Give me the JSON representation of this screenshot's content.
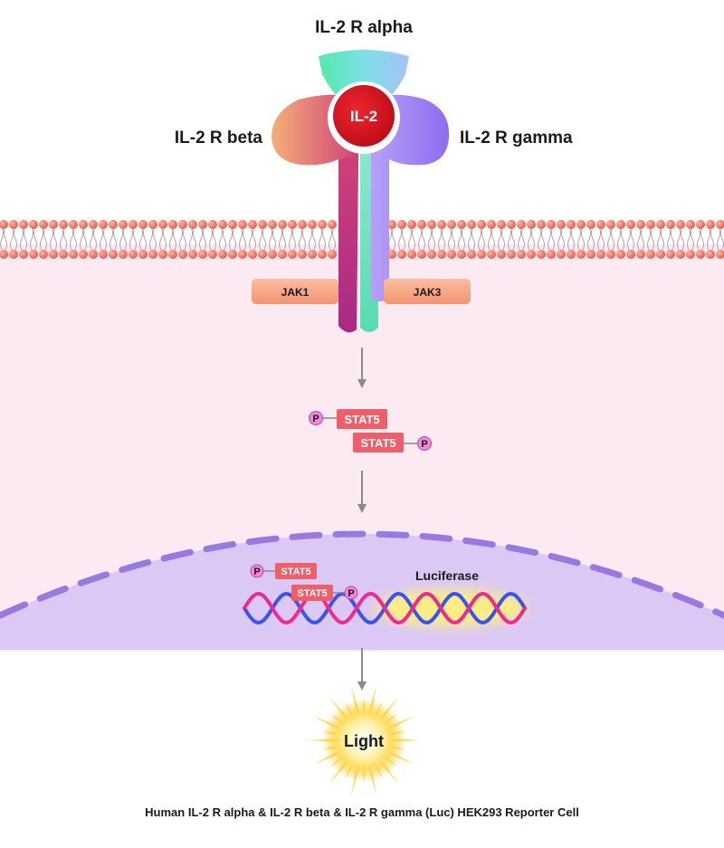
{
  "receptors": {
    "alpha": "IL-2 R alpha",
    "beta": "IL-2 R beta",
    "gamma": "IL-2 R gamma"
  },
  "ligand": "IL-2",
  "kinases": {
    "jak1": "JAK1",
    "jak3": "JAK3"
  },
  "stat": "STAT5",
  "phospho": "P",
  "gene": "Luciferase",
  "output": "Light",
  "caption": "Human IL-2 R alpha & IL-2 R beta & IL-2 R gamma (Luc) HEK293 Reporter Cell",
  "colors": {
    "cytoplasm": "#fbeaf2",
    "nucleus": "#dcc8f5",
    "nuclear_envelope": "#9a78e0",
    "lipid_head": "#ef7a6c",
    "il2": "#d8101c",
    "alpha": "#5ee8b4",
    "beta_top": "#f0a97a",
    "beta_stem": "#c1357a",
    "gamma": "#9c7af2",
    "jak": "#f6a585",
    "stat5": "#ee5f6a",
    "phospho": "#ee88d8",
    "dna_blue": "#3a52f0",
    "dna_pink": "#ee2a8c",
    "glow": "#fff27a",
    "arrow": "#8a8a8a"
  }
}
